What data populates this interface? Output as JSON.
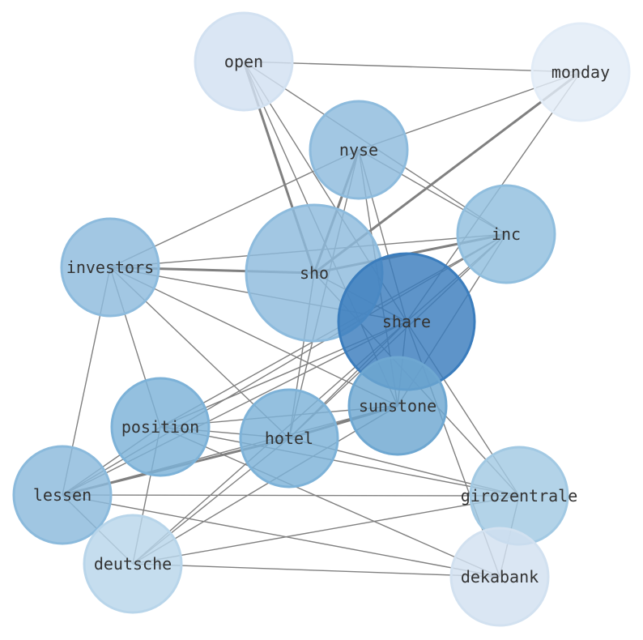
{
  "graph": {
    "nodes": [
      {
        "id": "open",
        "label": "open",
        "color": "#d2e1f1"
      },
      {
        "id": "monday",
        "label": "monday",
        "color": "#e2ecf7"
      },
      {
        "id": "nyse",
        "label": "nyse",
        "color": "#8dbbdd"
      },
      {
        "id": "inc",
        "label": "inc",
        "color": "#90bede"
      },
      {
        "id": "investors",
        "label": "investors",
        "color": "#8dbbdd"
      },
      {
        "id": "sho",
        "label": "sho",
        "color": "#8dbbdd"
      },
      {
        "id": "share",
        "label": "share",
        "color": "#3b7dbd"
      },
      {
        "id": "sunstone",
        "label": "sunstone",
        "color": "#6ea7d1"
      },
      {
        "id": "position",
        "label": "position",
        "color": "#7db2d8"
      },
      {
        "id": "hotel",
        "label": "hotel",
        "color": "#7db2d8"
      },
      {
        "id": "lessen",
        "label": "lessen",
        "color": "#8bbadc"
      },
      {
        "id": "girozentrale",
        "label": "girozentrale",
        "color": "#a2c9e3"
      },
      {
        "id": "deutsche",
        "label": "deutsche",
        "color": "#b8d5ea"
      },
      {
        "id": "dekabank",
        "label": "dekabank",
        "color": "#d2e1f0"
      }
    ],
    "edges": [
      [
        "open",
        "monday",
        1
      ],
      [
        "open",
        "sho",
        2
      ],
      [
        "open",
        "share",
        1
      ],
      [
        "open",
        "inc",
        1
      ],
      [
        "open",
        "sunstone",
        1
      ],
      [
        "monday",
        "nyse",
        1
      ],
      [
        "monday",
        "sho",
        2
      ],
      [
        "monday",
        "share",
        1
      ],
      [
        "nyse",
        "investors",
        1
      ],
      [
        "nyse",
        "sho",
        2
      ],
      [
        "nyse",
        "hotel",
        1
      ],
      [
        "nyse",
        "share",
        1
      ],
      [
        "nyse",
        "sunstone",
        1
      ],
      [
        "nyse",
        "inc",
        1
      ],
      [
        "inc",
        "investors",
        1
      ],
      [
        "inc",
        "sho",
        2
      ],
      [
        "inc",
        "share",
        1
      ],
      [
        "inc",
        "hotel",
        1
      ],
      [
        "inc",
        "position",
        1
      ],
      [
        "inc",
        "sunstone",
        1
      ],
      [
        "inc",
        "lessen",
        1
      ],
      [
        "investors",
        "sho",
        2
      ],
      [
        "investors",
        "share",
        1
      ],
      [
        "investors",
        "sunstone",
        1
      ],
      [
        "investors",
        "hotel",
        1
      ],
      [
        "investors",
        "position",
        1
      ],
      [
        "investors",
        "lessen",
        1
      ],
      [
        "sho",
        "share",
        1
      ],
      [
        "sho",
        "hotel",
        1
      ],
      [
        "sho",
        "girozentrale",
        1
      ],
      [
        "share",
        "position",
        1
      ],
      [
        "share",
        "lessen",
        1
      ],
      [
        "share",
        "hotel",
        1
      ],
      [
        "share",
        "sunstone",
        1
      ],
      [
        "share",
        "girozentrale",
        1
      ],
      [
        "share",
        "dekabank",
        1
      ],
      [
        "share",
        "deutsche",
        1
      ],
      [
        "sunstone",
        "position",
        1
      ],
      [
        "sunstone",
        "hotel",
        2
      ],
      [
        "sunstone",
        "deutsche",
        1
      ],
      [
        "sunstone",
        "lessen",
        1
      ],
      [
        "position",
        "hotel",
        1
      ],
      [
        "position",
        "lessen",
        1
      ],
      [
        "position",
        "girozentrale",
        1
      ],
      [
        "position",
        "dekabank",
        1
      ],
      [
        "position",
        "deutsche",
        1
      ],
      [
        "hotel",
        "lessen",
        2
      ],
      [
        "hotel",
        "girozentrale",
        1
      ],
      [
        "hotel",
        "deutsche",
        1
      ],
      [
        "lessen",
        "girozentrale",
        1
      ],
      [
        "lessen",
        "dekabank",
        1
      ],
      [
        "lessen",
        "deutsche",
        1
      ],
      [
        "deutsche",
        "girozentrale",
        1
      ],
      [
        "deutsche",
        "dekabank",
        1
      ],
      [
        "girozentrale",
        "dekabank",
        1
      ]
    ]
  }
}
